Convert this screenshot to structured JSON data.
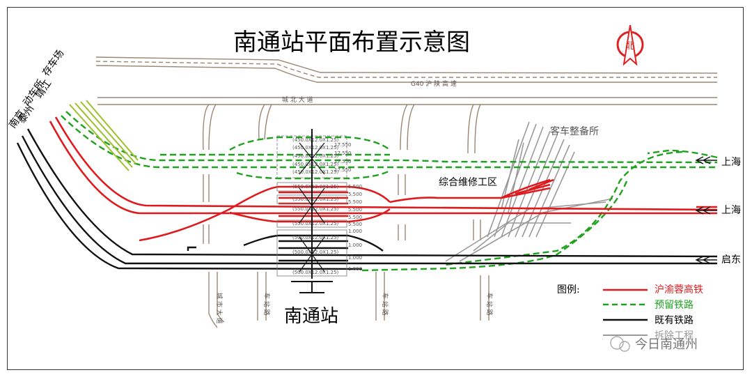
{
  "title": "南通站平面布置示意图",
  "compass_letter": "北",
  "roads": {
    "expressway": "G40 沪 陕 高 速",
    "city_north": "城 北 大 道"
  },
  "left_directions": [
    "存车场",
    "靖江",
    "动车所",
    "泰州",
    "南京"
  ],
  "right_directions": {
    "top": "上海",
    "middle": "上海",
    "bottom": "启东"
  },
  "facilities": {
    "coach_service": "客车整备所",
    "maintenance": "综合维修工区",
    "station": "南通站"
  },
  "bottom_roads": [
    "城 市 大 道",
    "车 站 路",
    "车 站 路",
    "车 站 路"
  ],
  "legend": {
    "title": "图例:",
    "items": [
      {
        "label": "沪渝蓉高铁",
        "color": "#e0191c",
        "style": "solid"
      },
      {
        "label": "预留铁路",
        "color": "#1ea21e",
        "style": "dashed"
      },
      {
        "label": "既有铁路",
        "color": "#111111",
        "style": "solid"
      },
      {
        "label": "拆除工程",
        "color": "#999999",
        "style": "solid"
      }
    ]
  },
  "watermark": "今日南通州",
  "platform_labels": [
    "(450.0X12.0X1.25)",
    "(450.0X12.0X1.25)",
    "(450.0X12.0X1.25)",
    "(450.0X12.0X1.25)",
    "(450.0X12.0X1.25)",
    "(550.0X12.0X1.25)",
    "(550.0X12.0X1.25)",
    "(550.0X12.0X1.25)",
    "(550.0X12.0X1.25)",
    "(500.0X12.0X1.25)",
    "(500.0X12.0X1.25)",
    "(500.0X12.0X1.25)"
  ],
  "track_numbers": [
    "17.550",
    "17.550",
    "17.550",
    "17.550",
    "5.500",
    "5.500",
    "5.500",
    "5.500",
    "5.500",
    "5.500",
    "1.000",
    "1.000",
    "1.000",
    "1.000"
  ],
  "colors": {
    "high_speed": "#e0191c",
    "reserved": "#1ea21e",
    "existing": "#111111",
    "removed": "#999999",
    "road": "#9a8672",
    "platform_highlight": "#c832d8"
  }
}
